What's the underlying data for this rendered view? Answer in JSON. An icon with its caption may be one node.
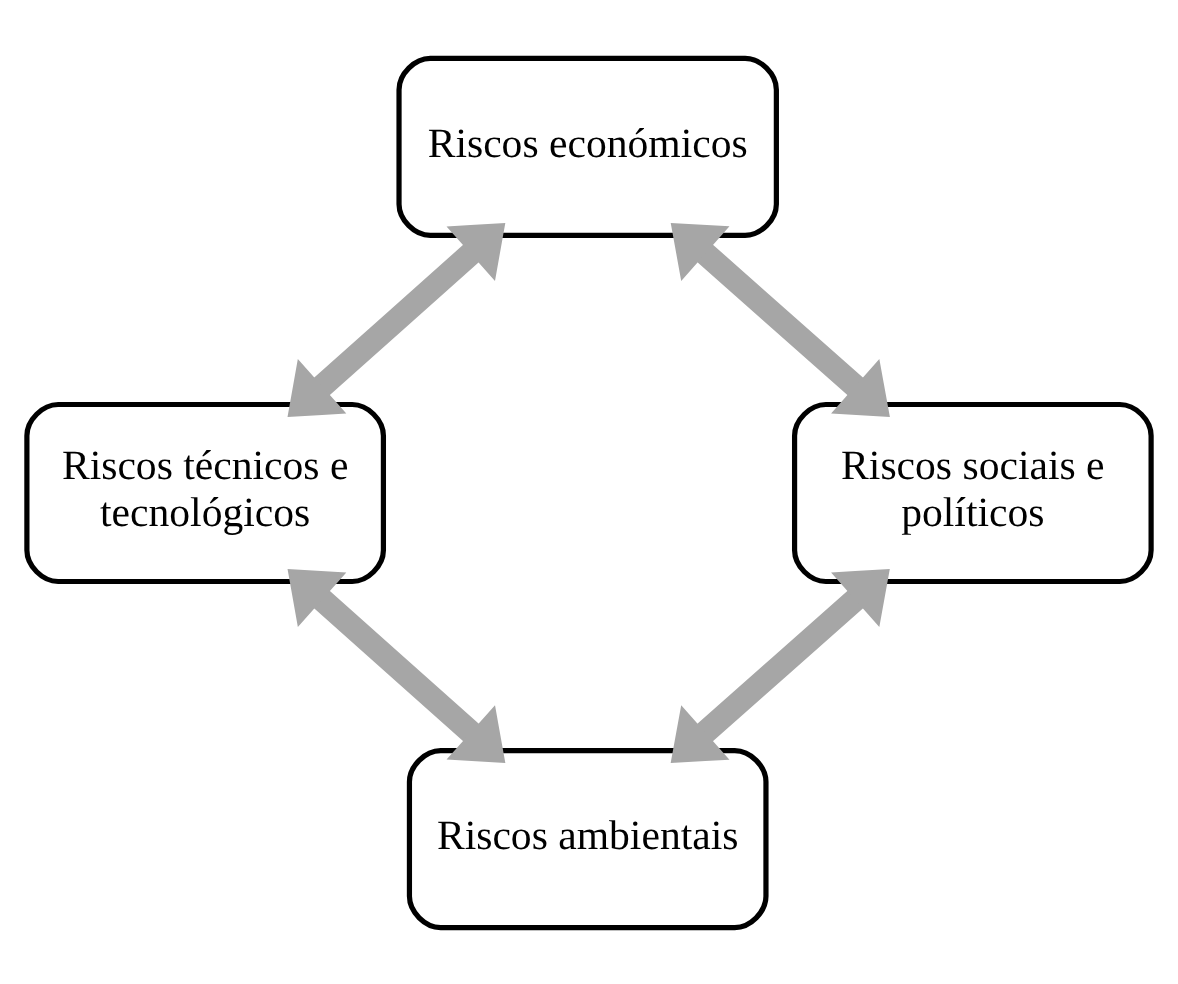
{
  "diagram": {
    "nodes": [
      {
        "text": [
          "Riscos económicos"
        ]
      },
      {
        "text": [
          "Riscos técnicos e tecnológicos"
        ]
      },
      {
        "text": [
          "Riscos sociais e políticos"
        ]
      },
      {
        "text": [
          "Riscos ambientais"
        ]
      }
    ],
    "edges": [
      {
        "from": 0,
        "to": 1,
        "arrow": "both"
      },
      {
        "from": 0,
        "to": 2,
        "arrow": "both"
      },
      {
        "from": 1,
        "to": 3,
        "arrow": "both"
      },
      {
        "from": 2,
        "to": 3,
        "arrow": "both"
      }
    ]
  }
}
